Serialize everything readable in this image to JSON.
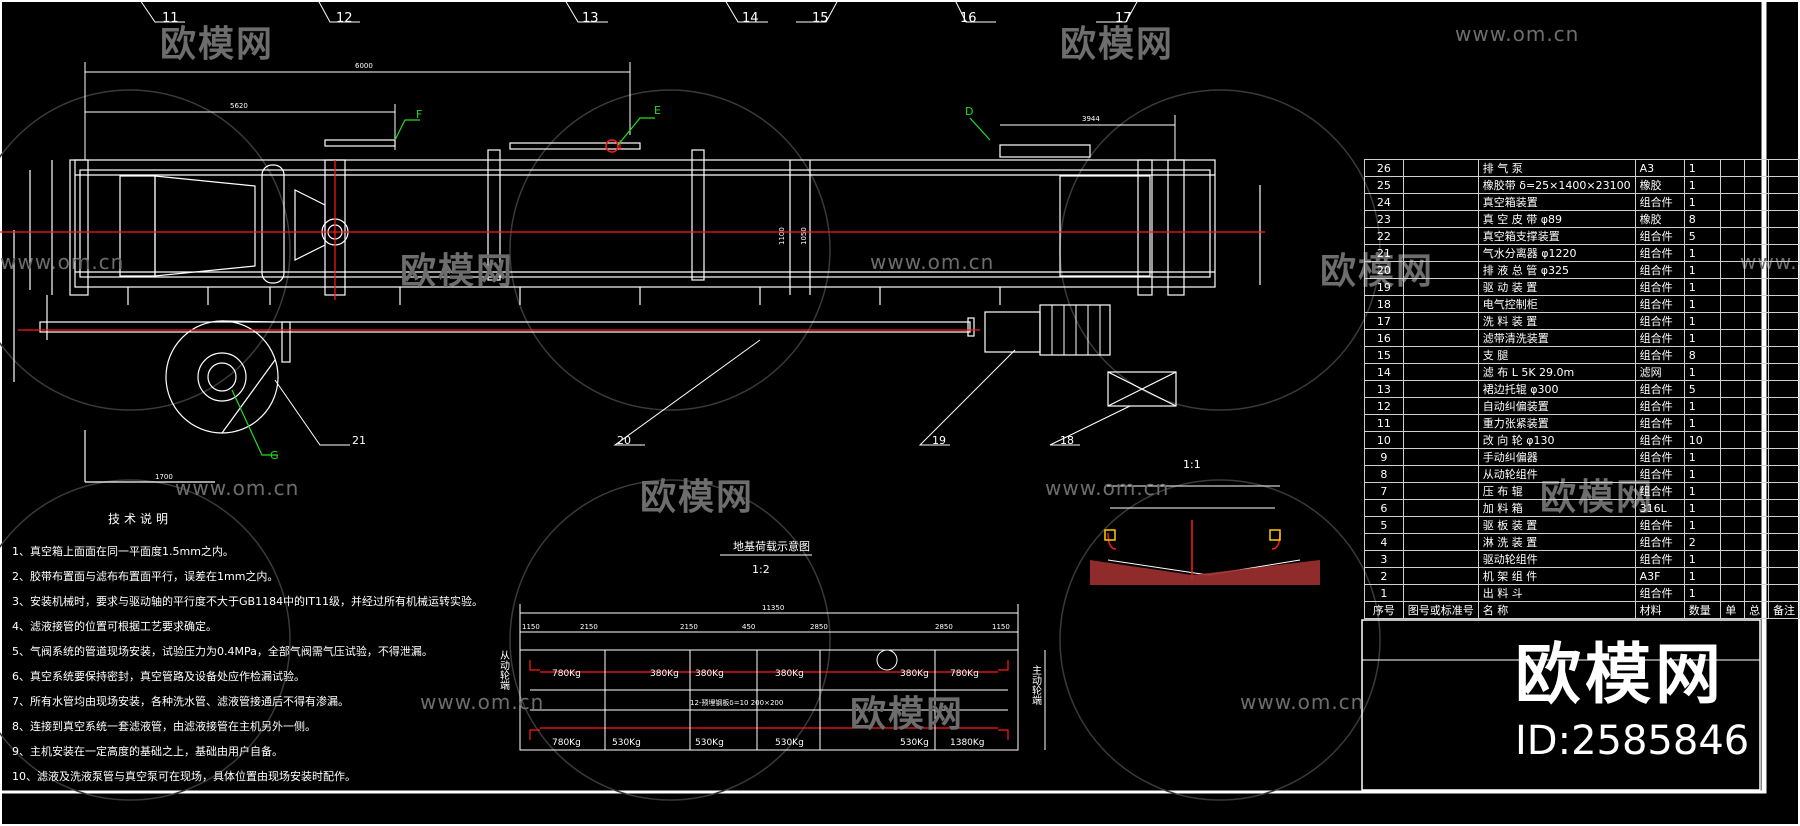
{
  "watermarks": {
    "logo_text": "欧模网",
    "url_text": "www.om.cn"
  },
  "balloons": [
    "11",
    "12",
    "13",
    "14",
    "15",
    "16",
    "17",
    "18",
    "19",
    "20",
    "21"
  ],
  "section_letters": [
    "F",
    "E",
    "D",
    "G"
  ],
  "dims": {
    "top_overall": "6000",
    "top_left": "5620",
    "right_top": "3944",
    "bottom_left": "1700",
    "vertical_a": "1100",
    "vertical_b": "1050"
  },
  "scale_labels": {
    "section": "1:1",
    "load_view": "1:2"
  },
  "load_diagram": {
    "title": "地基荷载示意图",
    "overall": "11350",
    "segments": [
      "1150",
      "2150",
      "2150",
      "450",
      "2850",
      "2850",
      "1150"
    ],
    "top_loads": [
      "780Kg",
      "380Kg",
      "380Kg",
      "380Kg",
      "380Kg",
      "780Kg"
    ],
    "bottom_loads": [
      "780Kg",
      "530Kg",
      "530Kg",
      "530Kg",
      "530Kg",
      "1380Kg"
    ],
    "left_label": "从动轮端",
    "right_label": "主动轮端",
    "middle_note": "12-预埋钢板δ=10 200×200"
  },
  "notes": {
    "title": "技术说明",
    "lines": [
      "1、真空箱上面面在同一平面度1.5mm之内。",
      "2、胶带布置面与滤布布置面平行，误差在1mm之内。",
      "3、安装机械时，要求与驱动轴的平行度不大于GB1184中的IT11级，并经过所有机械运转实验。",
      "4、滤液接管的位置可根据工艺要求确定。",
      "5、气阀系统的管道现场安装，试验压力为0.4MPa，全部气阀需气压试验，不得泄漏。",
      "6、真空系统要保持密封，真空管路及设备处应作检漏试验。",
      "7、所有水管均由现场安装，各种洗水管、滤液管接通后不得有渗漏。",
      "8、连接到真空系统一套滤液管，由滤液接管在主机另外一侧。",
      "9、主机安装在一定高度的基础之上，基础由用户自备。",
      "10、滤液及洗液泵管与真空泵可在现场，具体位置由现场安装时配作。"
    ]
  },
  "bom": {
    "rows": [
      {
        "no": "26",
        "code": "",
        "name": "排 气 泵",
        "mat": "A3",
        "qty": "1"
      },
      {
        "no": "25",
        "code": "",
        "name": "橡胶带 δ=25×1400×23100",
        "mat": "橡胶",
        "qty": "1"
      },
      {
        "no": "24",
        "code": "",
        "name": "真空箱装置",
        "mat": "组合件",
        "qty": "1"
      },
      {
        "no": "23",
        "code": "",
        "name": "真 空 皮 带 φ89",
        "mat": "橡胶",
        "qty": "8"
      },
      {
        "no": "22",
        "code": "",
        "name": "真空箱支撑装置",
        "mat": "组合件",
        "qty": "5"
      },
      {
        "no": "21",
        "code": "",
        "name": "气水分离器 φ1220",
        "mat": "组合件",
        "qty": "1"
      },
      {
        "no": "20",
        "code": "",
        "name": "排 液 总 管 φ325",
        "mat": "组合件",
        "qty": "1"
      },
      {
        "no": "19",
        "code": "",
        "name": "驱 动 装 置",
        "mat": "组合件",
        "qty": "1"
      },
      {
        "no": "18",
        "code": "",
        "name": "电气控制柜",
        "mat": "组合件",
        "qty": "1"
      },
      {
        "no": "17",
        "code": "",
        "name": "洗 料 装 置",
        "mat": "组合件",
        "qty": "1"
      },
      {
        "no": "16",
        "code": "",
        "name": "滤带清洗装置",
        "mat": "组合件",
        "qty": "1"
      },
      {
        "no": "15",
        "code": "",
        "name": "支 腿",
        "mat": "组合件",
        "qty": "8"
      },
      {
        "no": "14",
        "code": "",
        "name": "滤 布 L 5K 29.0m",
        "mat": "滤网",
        "qty": "1"
      },
      {
        "no": "13",
        "code": "",
        "name": "裙边托辊 φ300",
        "mat": "组合件",
        "qty": "5"
      },
      {
        "no": "12",
        "code": "",
        "name": "自动纠偏装置",
        "mat": "组合件",
        "qty": "1"
      },
      {
        "no": "11",
        "code": "",
        "name": "重力张紧装置",
        "mat": "组合件",
        "qty": "1"
      },
      {
        "no": "10",
        "code": "",
        "name": "改 向 轮 φ130",
        "mat": "组合件",
        "qty": "10"
      },
      {
        "no": "9",
        "code": "",
        "name": "手动纠偏器",
        "mat": "组合件",
        "qty": "1"
      },
      {
        "no": "8",
        "code": "",
        "name": "从动轮组件",
        "mat": "组合件",
        "qty": "1"
      },
      {
        "no": "7",
        "code": "",
        "name": "压 布 辊",
        "mat": "组合件",
        "qty": "1"
      },
      {
        "no": "6",
        "code": "",
        "name": "加 料 箱",
        "mat": "316L",
        "qty": "1"
      },
      {
        "no": "5",
        "code": "",
        "name": "驱 板 装 置",
        "mat": "组合件",
        "qty": "1"
      },
      {
        "no": "4",
        "code": "",
        "name": "淋 洗 装 置",
        "mat": "组合件",
        "qty": "2"
      },
      {
        "no": "3",
        "code": "",
        "name": "驱动轮组件",
        "mat": "组合件",
        "qty": "1"
      },
      {
        "no": "2",
        "code": "",
        "name": "机 架 组 件",
        "mat": "A3F",
        "qty": "1"
      },
      {
        "no": "1",
        "code": "",
        "name": "出 料 斗",
        "mat": "组合件",
        "qty": "1"
      }
    ],
    "header": {
      "no": "序号",
      "code": "图号或标准号",
      "name": "名 称",
      "mat": "材料",
      "qty": "数量",
      "w1": "单",
      "w2": "总",
      "note": "备注"
    }
  },
  "brand": {
    "name": "欧模网",
    "id": "ID:2585846"
  }
}
